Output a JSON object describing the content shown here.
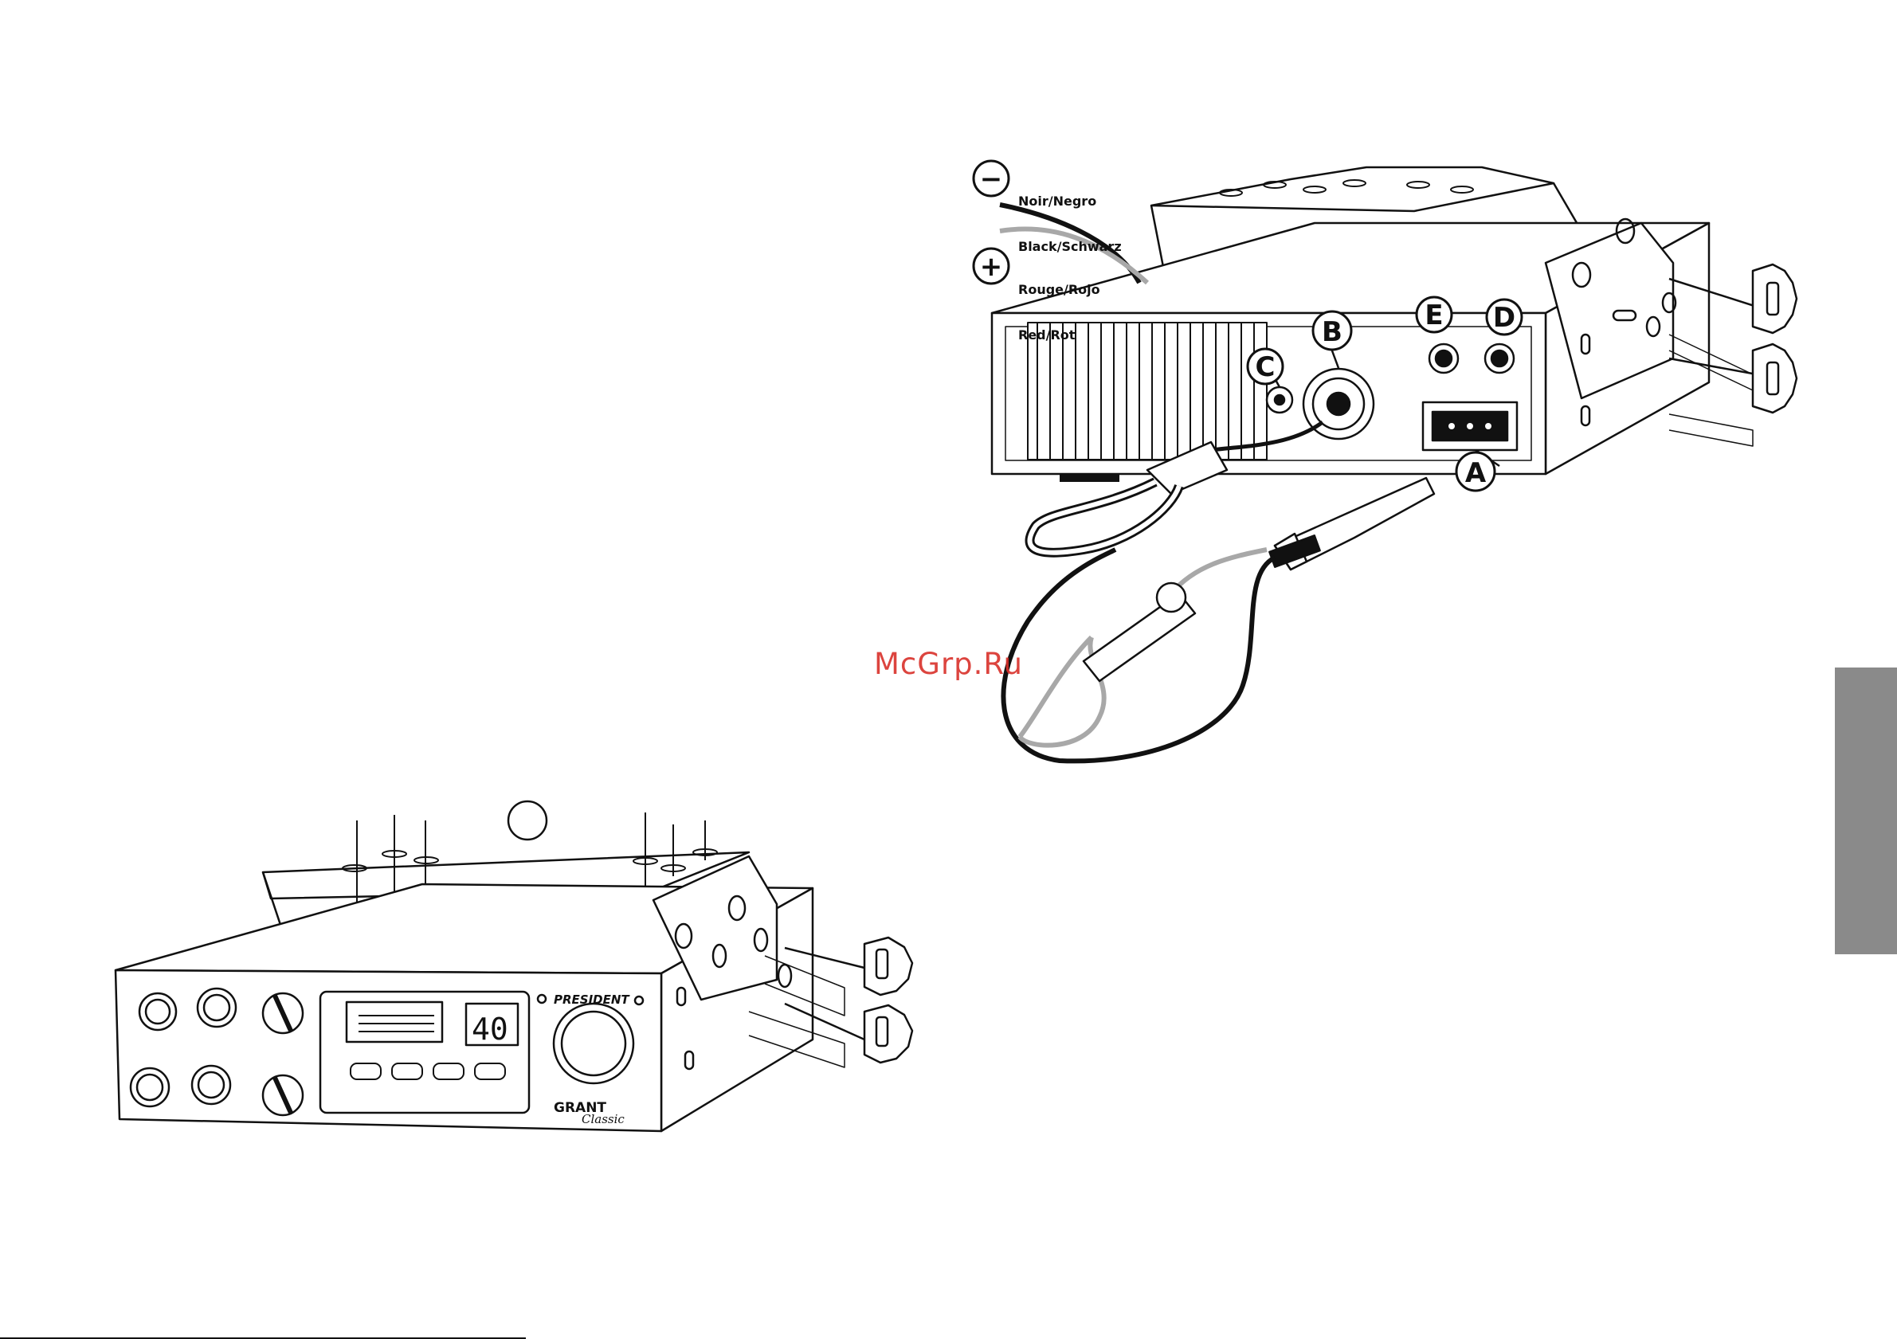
{
  "watermark": "McGrp.Ru",
  "wire_labels": {
    "negative": {
      "symbol": "−",
      "line1": "Noir/Negro",
      "line2": "Black/Schwarz"
    },
    "positive": {
      "symbol": "+",
      "line1": "Rouge/Rojo",
      "line2": "Red/Rot"
    }
  },
  "callouts": {
    "a": "A",
    "b": "B",
    "c": "C",
    "d": "D",
    "e": "E"
  },
  "radio_front": {
    "brand": "PRESIDENT",
    "model_line1": "GRANT",
    "model_line2": "Classic",
    "channel_display": "40"
  },
  "colors": {
    "side_tab": "#8a8a8a",
    "watermark": "#d9302a",
    "ink": "#111111",
    "wire_gray": "#a8a8a8"
  }
}
